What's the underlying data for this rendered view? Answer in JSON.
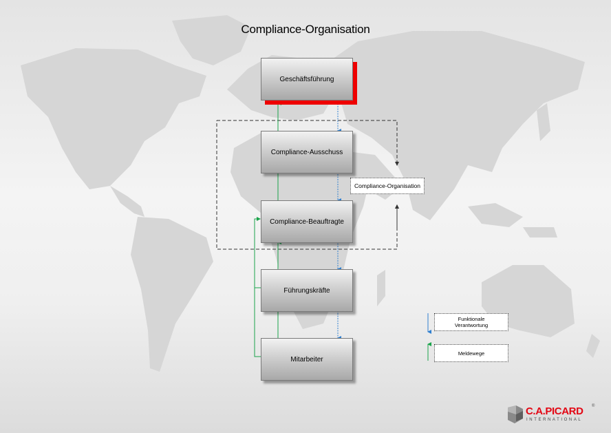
{
  "title": "Compliance-Organisation",
  "boxes": {
    "geschaeftsfuehrung": "Geschäftsführung",
    "ausschuss": "Compliance-Ausschuss",
    "beauftragte": "Compliance-Beauftragte",
    "fuehrungskraefte": "Führungskräfte",
    "mitarbeiter": "Mitarbeiter"
  },
  "group_label": "Compliance-Organisation",
  "legend": {
    "functional": "Funktionale Verantwortung",
    "reporting": "Meldewege"
  },
  "logo": {
    "brand": "C.A.PICARD",
    "reg": "®",
    "sub": "INTERNATIONAL"
  },
  "colors": {
    "functional_arrow": "#2f7fd0",
    "reporting_arrow": "#1aa34a",
    "accent_shadow": "#ee0000",
    "brand": "#e30613"
  }
}
